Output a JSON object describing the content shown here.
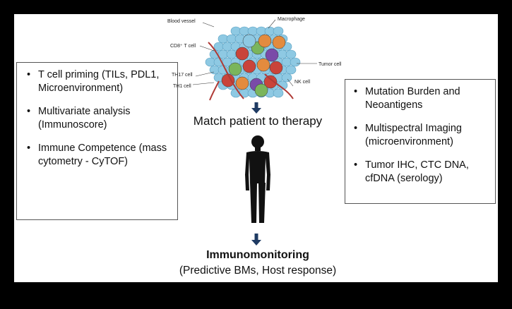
{
  "left_box": {
    "items": [
      {
        "bullet": "•",
        "text": "T cell priming (TILs, PDL1, Microenvironment)"
      },
      {
        "bullet": "•",
        "text": "Multivariate analysis (Immunoscore)"
      },
      {
        "bullet": "•",
        "text": "Immune Competence (mass cytometry - CyTOF)"
      }
    ]
  },
  "right_box": {
    "items": [
      {
        "bullet": "•",
        "text": "Mutation Burden and Neoantigens"
      },
      {
        "bullet": "•",
        "text": "Multispectral Imaging (microenvironment)"
      },
      {
        "bullet": "•",
        "text": "Tumor IHC, CTC DNA, cfDNA (serology)"
      }
    ]
  },
  "tumor": {
    "labels": {
      "blood_vessel": "Blood vessel",
      "macrophage": "Macrophage",
      "cd8": "CD8⁺ T cell",
      "tumor_cell": "Tumor cell",
      "th17": "TH17 cell",
      "th1": "TH1 cell",
      "nk": "NK cell"
    }
  },
  "flow": {
    "match": "Match patient to therapy",
    "immuno_title": "Immunomonitoring",
    "immuno_sub": "(Predictive BMs, Host response)"
  },
  "colors": {
    "tumor_cell": "#8ec9e3",
    "t_cell_red": "#c9443a",
    "macrophage": "#e38b3e",
    "nk_green": "#7ab55c",
    "th_purple": "#7a4aa8",
    "vessel": "#b03a36"
  }
}
